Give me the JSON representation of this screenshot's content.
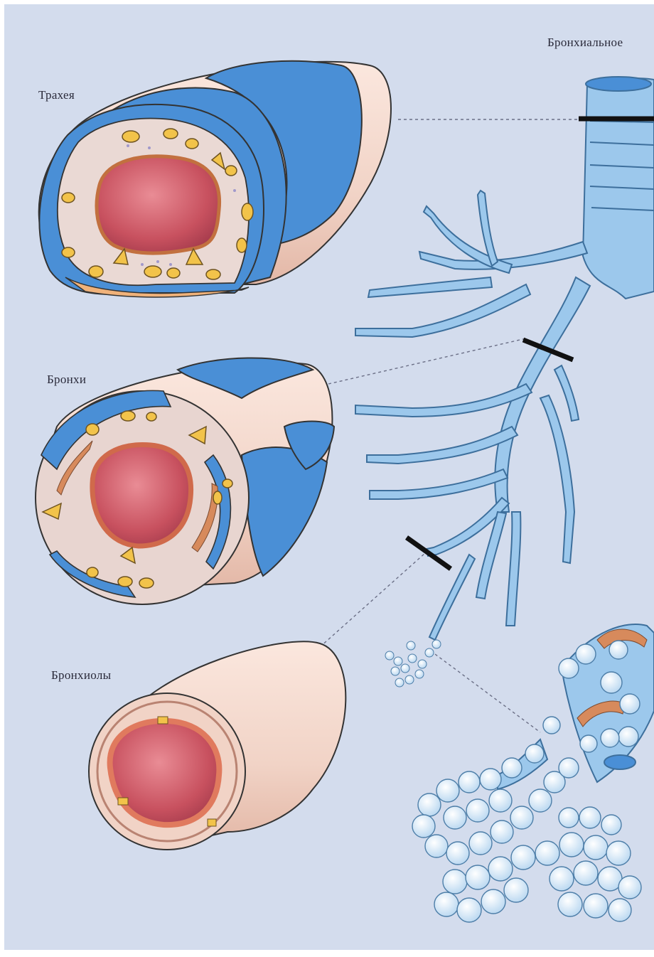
{
  "labels": {
    "trachea": "Трахея",
    "bronchi": "Бронхи",
    "bronchioles": "Бронхиолы",
    "tree": "Бронхиальное"
  },
  "colors": {
    "background": "#d3dced",
    "cartilage_blue": "#4a8fd6",
    "tree_blue": "#9cc8ec",
    "mucosa_red": "#c8515f",
    "tissue_pink": "#f1d3c6",
    "gland_yellow": "#f2c34a",
    "muscle_orange": "#d78a5c"
  }
}
